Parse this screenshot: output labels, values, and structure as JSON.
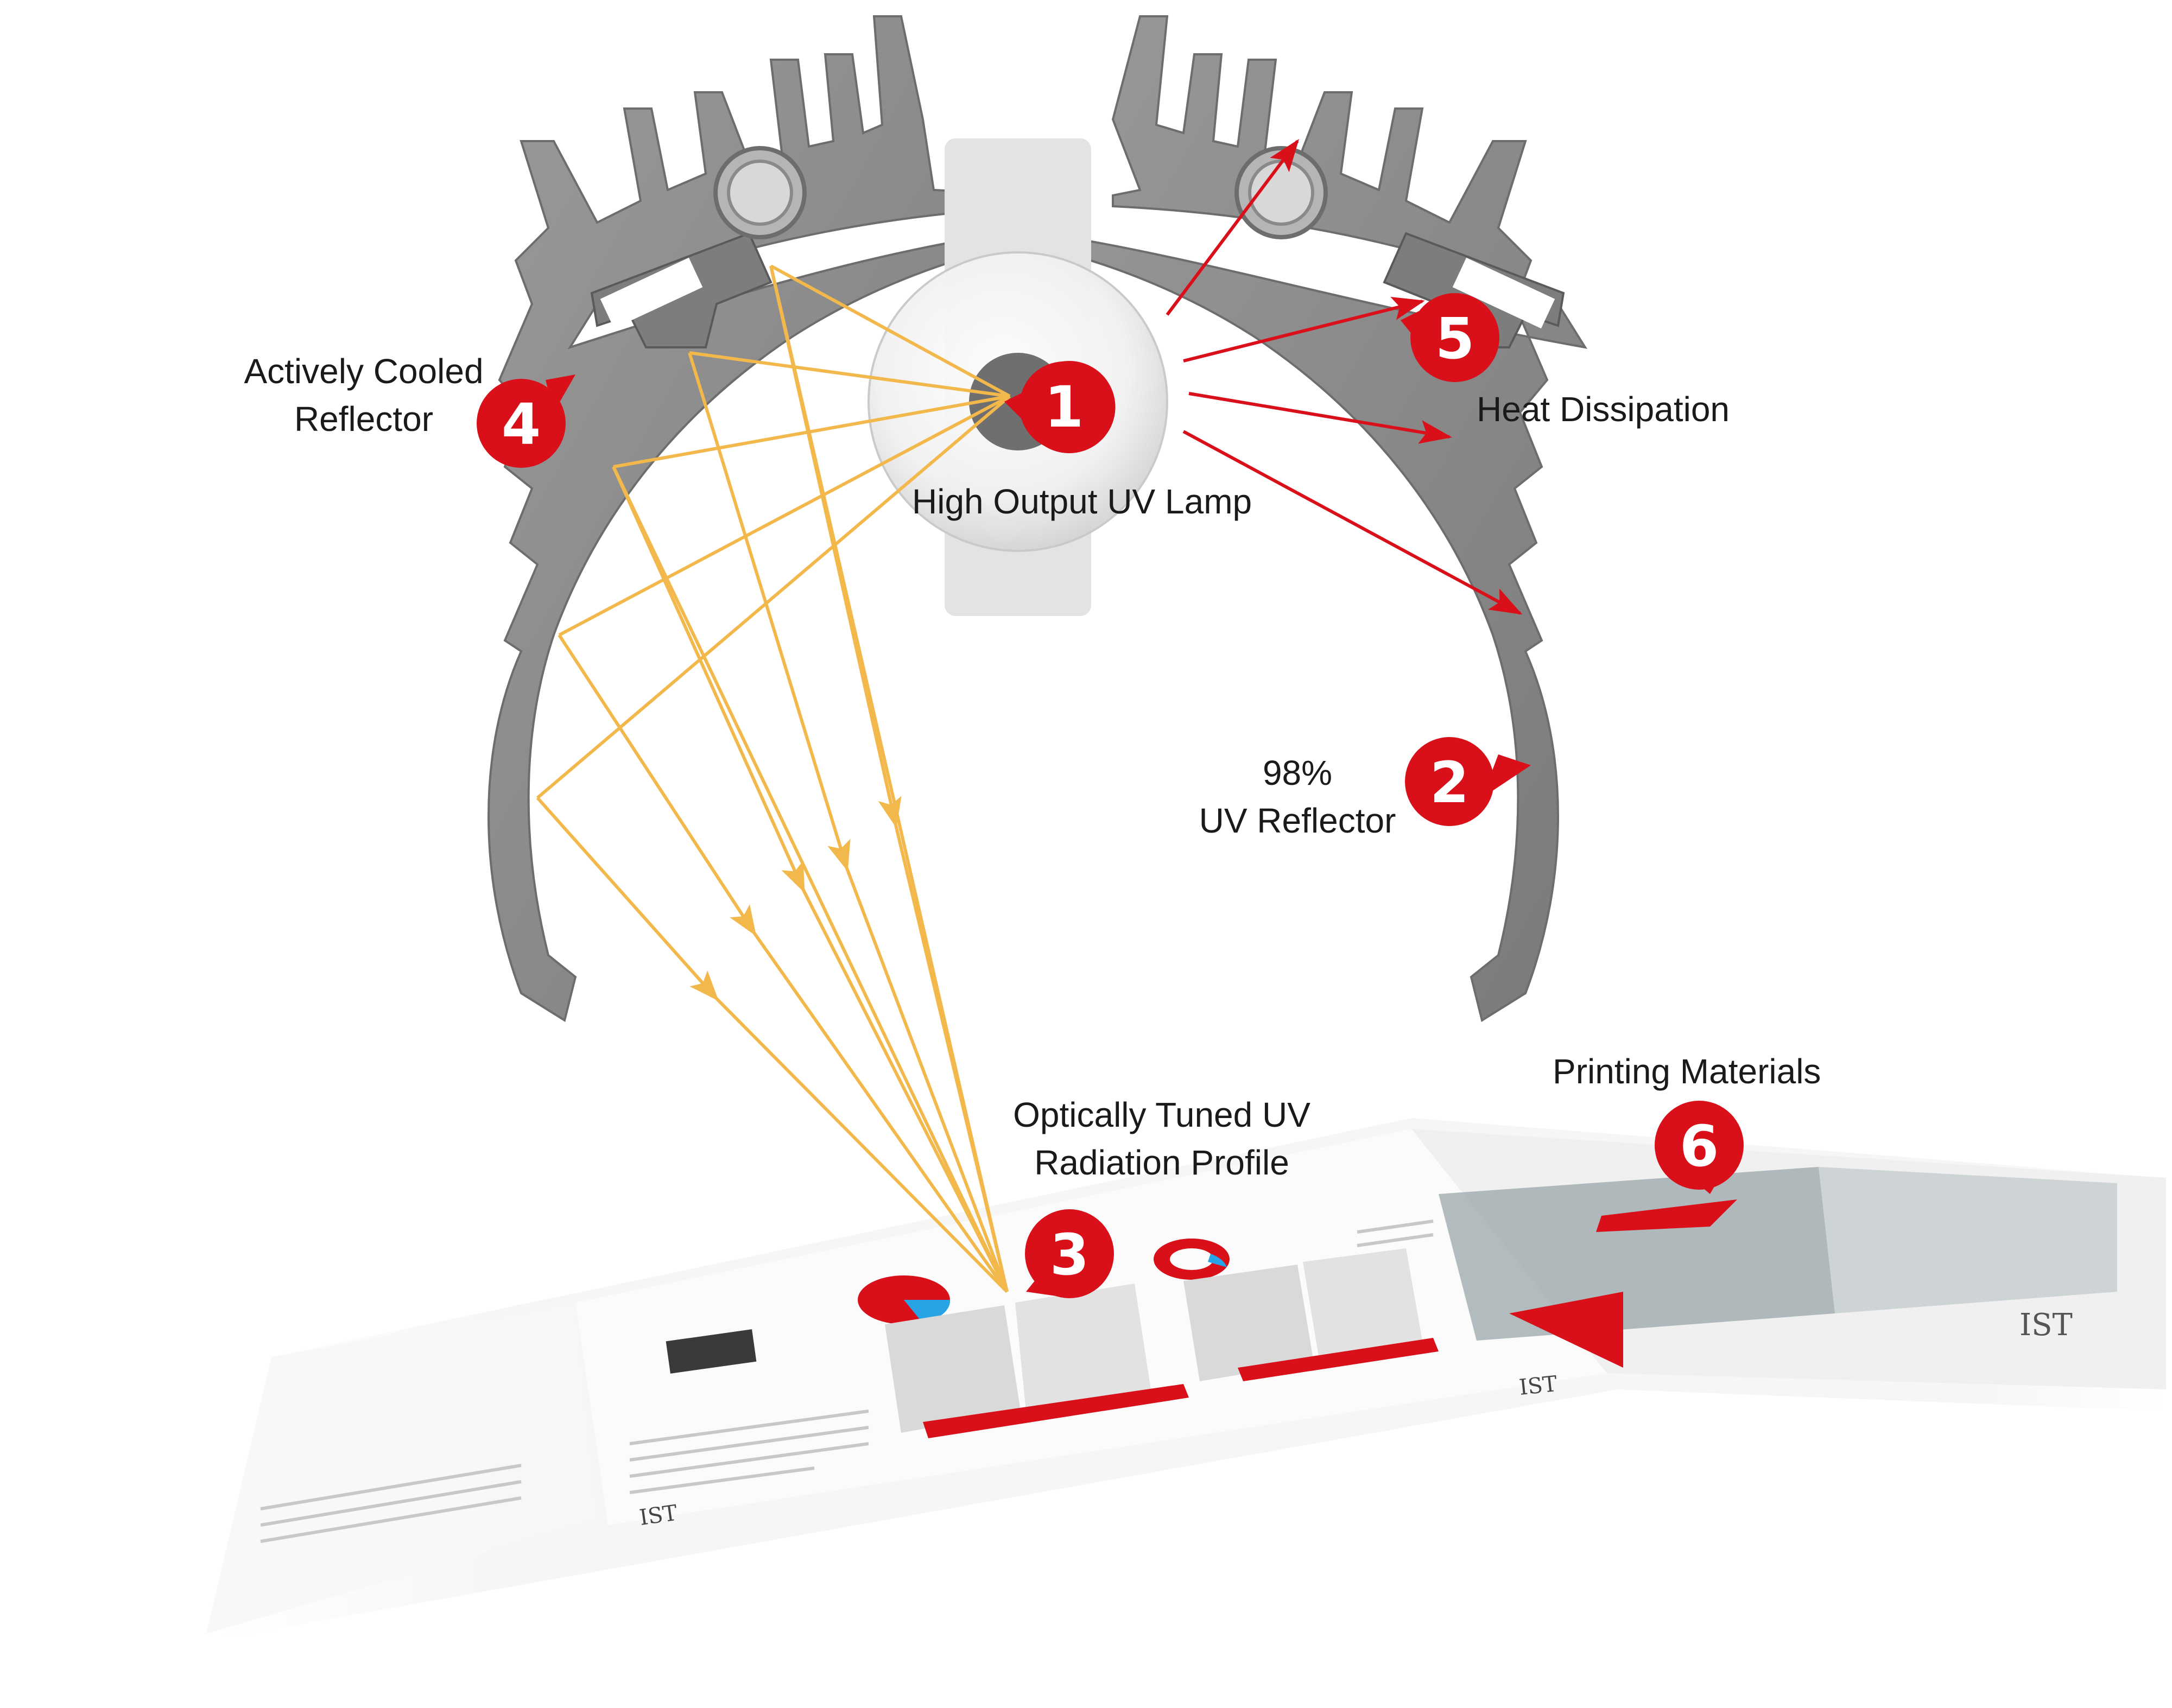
{
  "labels": {
    "lamp": "High Output UV Lamp",
    "reflector_line1": "98%",
    "reflector_line2": "UV Reflector",
    "cooled_line1": "Actively Cooled",
    "cooled_line2": "Reflector",
    "heat": "Heat Dissipation",
    "profile_line1": "Optically Tuned UV",
    "profile_line2": "Radiation Profile",
    "materials": "Printing Materials"
  },
  "badges": [
    "1",
    "2",
    "3",
    "4",
    "5",
    "6"
  ],
  "colors": {
    "reflector": "#8c8c8c",
    "light_ray": "#f2b84b",
    "heat_arrow": "#d9101a",
    "badge": "#d9101a",
    "lamp_cover": "#e3e3e3"
  }
}
